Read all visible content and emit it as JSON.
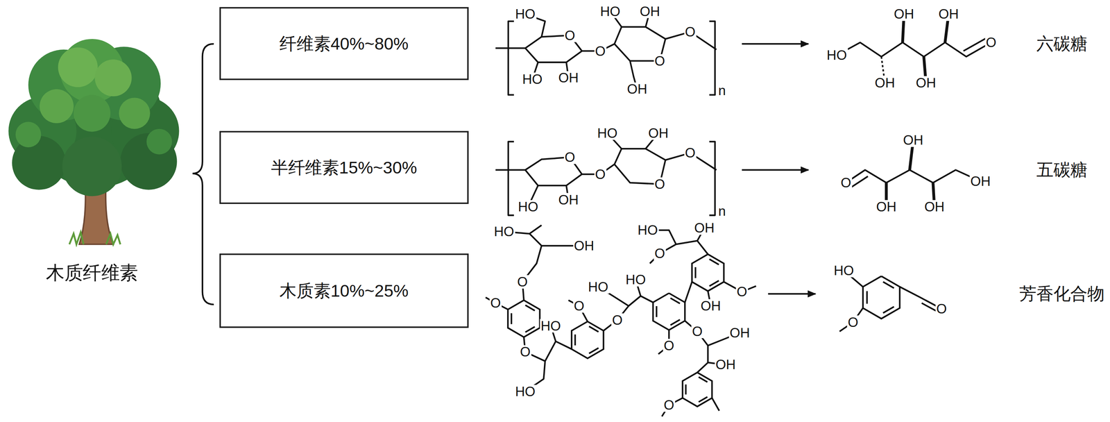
{
  "diagram": {
    "nodes": [
      {
        "text": [
          "纤维素40%~80%"
        ]
      },
      {
        "text": [
          "半纤维素15%~30%"
        ]
      },
      {
        "text": [
          "木质素10%~25%"
        ]
      }
    ],
    "labels": [
      "木质纤维素",
      "HO",
      "O",
      "HO",
      "OH",
      "O",
      "HO",
      "OH",
      "O",
      "OH",
      "O",
      "n",
      "六碳糖",
      "HO",
      "OH",
      "OH",
      "O",
      "OH",
      "OH",
      "HO",
      "OH",
      "O",
      "O",
      "O",
      "O",
      "HO",
      "OH",
      "n",
      "五碳糖",
      "O",
      "OH",
      "OH",
      "OH",
      "OH",
      "HO",
      "OH",
      "O",
      "O",
      "O",
      "HO",
      "HO",
      "O",
      "O",
      "HO",
      "HO",
      "HO",
      "OH",
      "O",
      "O",
      "OH",
      "O",
      "O",
      "OH",
      "OH",
      "O",
      "HO",
      "O",
      "O",
      "芳香化合物"
    ]
  }
}
